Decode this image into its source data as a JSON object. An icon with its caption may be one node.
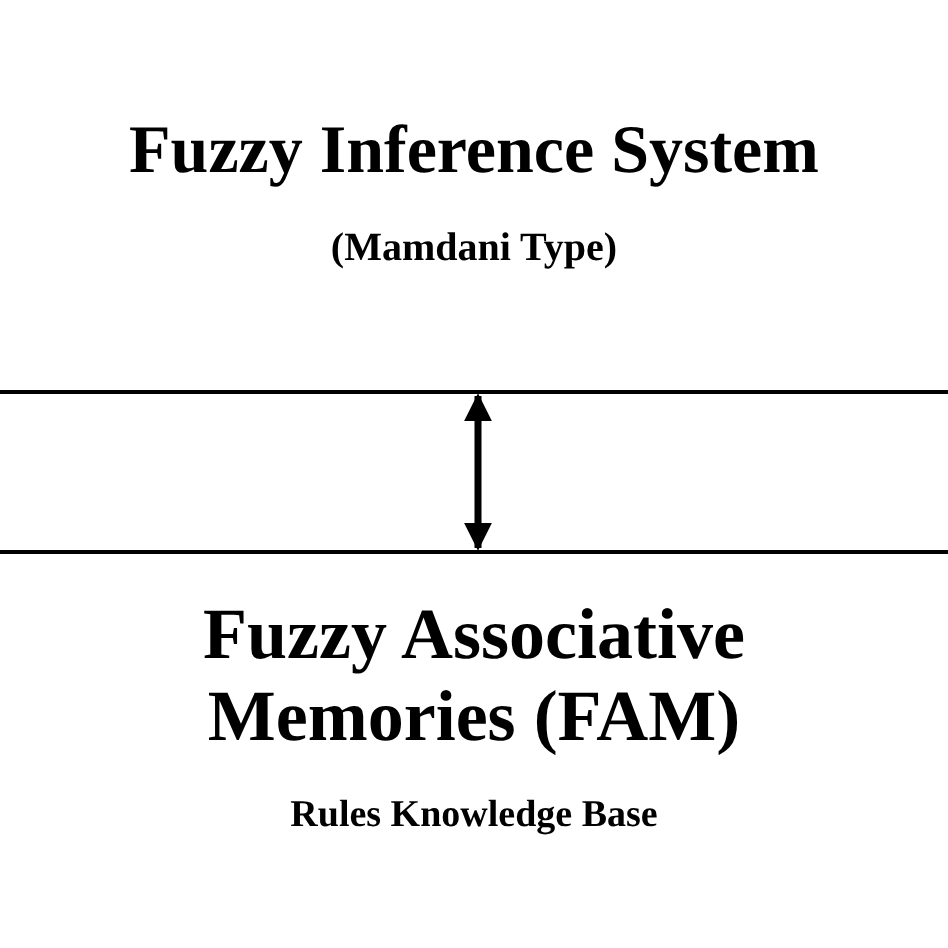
{
  "diagram": {
    "nodes": [
      {
        "text": [
          "Fuzzy Inference System",
          "(Mamdani Type)"
        ]
      },
      {
        "text": [
          "Fuzzy Associative Memories (FAM)",
          "Rules Knowledge Base"
        ]
      }
    ],
    "edges": [
      {
        "from": 0,
        "to": 1,
        "arrow": "both"
      }
    ]
  }
}
